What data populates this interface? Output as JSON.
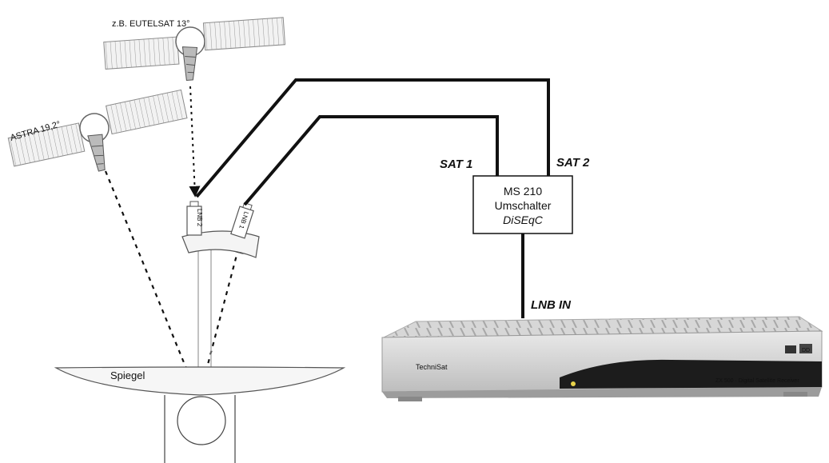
{
  "satellites": {
    "eutelsat_label": "z.B. EUTELSAT 13°",
    "astra_label": "ASTRA 19,2°"
  },
  "lnb": {
    "lnb2_label": "LNB 2",
    "lnb1_label": "LNB 1"
  },
  "dish": {
    "mirror_label": "Spiegel"
  },
  "switch": {
    "line1": "MS 210",
    "line2": "Umschalter",
    "line3": "DiSEqC"
  },
  "ports": {
    "sat1": "SAT 1",
    "sat2": "SAT 2",
    "lnb_in": "LNB IN"
  },
  "receiver": {
    "brand": "TechniSat",
    "model_text": "ZX 500 · Digital Satellite Receiver",
    "badge": "DD"
  }
}
